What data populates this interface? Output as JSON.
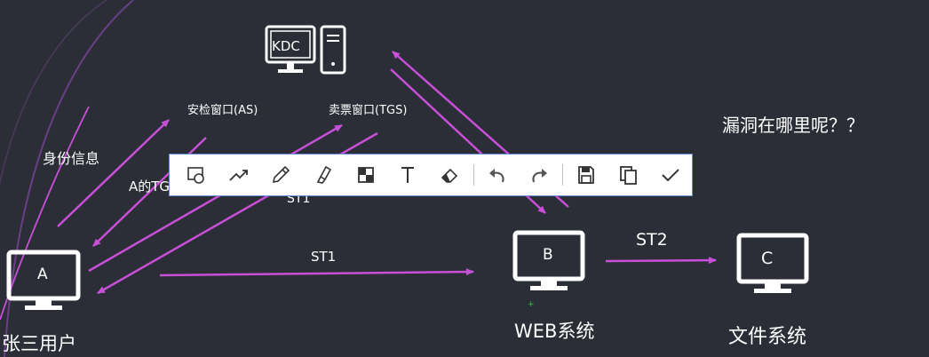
{
  "diagram": {
    "nodes": {
      "kdc": "KDC",
      "a": "A",
      "b": "B",
      "c": "C"
    },
    "labels": {
      "as": "安检窗口(AS)",
      "tgs": "卖票窗口(TGS)",
      "identity": "身份信息",
      "a_tgt": "A的TG",
      "st1_hidden": "ST1",
      "st1": "ST1",
      "st2": "ST2",
      "zhangsan": "张三用户",
      "web": "WEB系统",
      "file": "文件系统",
      "question": "漏洞在哪里呢？？"
    }
  },
  "toolbar": {
    "tools": [
      "shape-icon",
      "line-icon",
      "pencil-icon",
      "highlighter-icon",
      "mosaic-icon",
      "text-icon",
      "eraser-icon",
      "undo-icon",
      "redo-icon",
      "save-icon",
      "copy-icon",
      "confirm-icon"
    ]
  },
  "colors": {
    "background": "#2b2e36",
    "arrow": "#c84fd8",
    "icon": "#ffffff",
    "toolbar_border": "#6b8fd6"
  }
}
